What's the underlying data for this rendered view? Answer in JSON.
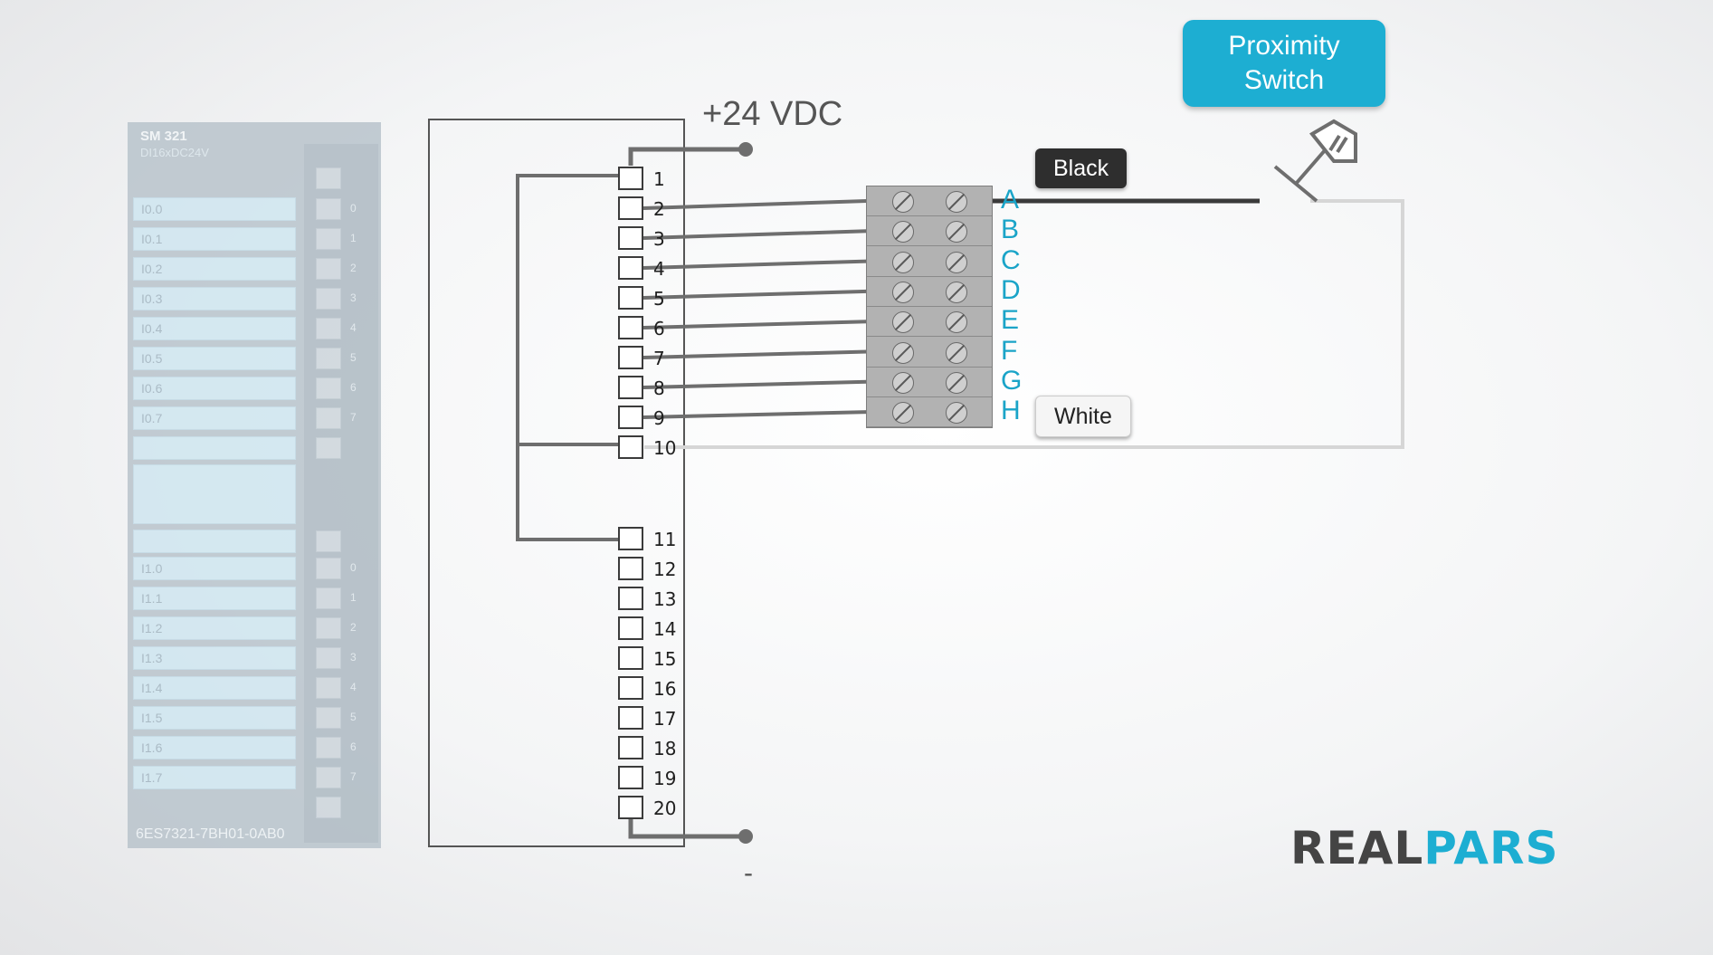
{
  "plc": {
    "model": "SM 321",
    "type": "DI16xDC24V",
    "part_number": "6ES7321-7BH01-0AB0",
    "byte0_inputs": [
      "I0.0",
      "I0.1",
      "I0.2",
      "I0.3",
      "I0.4",
      "I0.5",
      "I0.6",
      "I0.7"
    ],
    "byte1_inputs": [
      "I1.0",
      "I1.1",
      "I1.2",
      "I1.3",
      "I1.4",
      "I1.5",
      "I1.6",
      "I1.7"
    ],
    "bit_numbers": [
      "0",
      "1",
      "2",
      "3",
      "4",
      "5",
      "6",
      "7"
    ]
  },
  "terminals": [
    "1",
    "2",
    "3",
    "4",
    "5",
    "6",
    "7",
    "8",
    "9",
    "10",
    "11",
    "12",
    "13",
    "14",
    "15",
    "16",
    "17",
    "18",
    "19",
    "20"
  ],
  "supply": {
    "positive": "+24 VDC",
    "negative": "-"
  },
  "terminal_block": {
    "rows": [
      "A",
      "B",
      "C",
      "D",
      "E",
      "F",
      "G",
      "H"
    ]
  },
  "wires": {
    "black_label": "Black",
    "white_label": "White"
  },
  "device": {
    "label_line1": "Proximity",
    "label_line2": "Switch"
  },
  "logo": {
    "part1": "REAL",
    "part2": "PARS"
  },
  "colors": {
    "accent": "#1daed2",
    "wire_black": "#3a3a3a",
    "wire_white": "#d6d6d6",
    "wire_gray": "#6e6e6e"
  }
}
